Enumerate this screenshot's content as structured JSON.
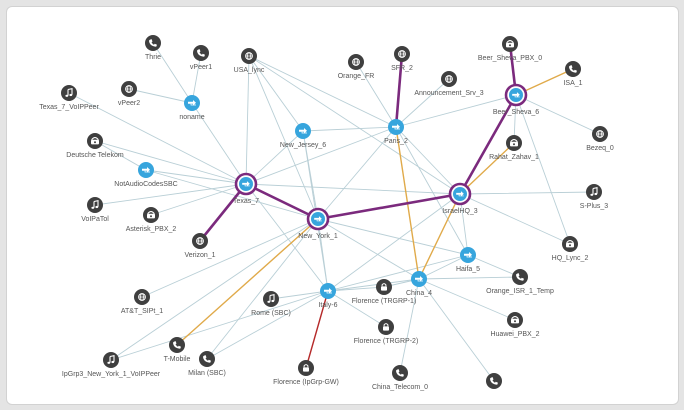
{
  "colors": {
    "edge_default": "#b9cfd6",
    "edge_purple": "#7b2a7d",
    "edge_orange": "#e0aa4a",
    "edge_red": "#b52a2a",
    "node_dark": "#3f3f3f",
    "node_blue": "#37a5dd",
    "node_ring": "#7b2a7d",
    "label": "#555555"
  },
  "nodes": [
    {
      "id": "thrie",
      "label": "Thrie",
      "type": "dark",
      "icon": "phone-icon"
    },
    {
      "id": "vpeer1",
      "label": "vPeer1",
      "type": "dark",
      "icon": "phone-icon"
    },
    {
      "id": "usa_lync",
      "label": "USA_lync",
      "type": "dark",
      "icon": "globe-icon"
    },
    {
      "id": "vpeer2",
      "label": "vPeer2",
      "type": "dark",
      "icon": "globe-icon"
    },
    {
      "id": "noname",
      "label": "noname",
      "type": "blue",
      "icon": "router-icon"
    },
    {
      "id": "texas_7_voip",
      "label": "Texas_7_VoIPPeer",
      "type": "dark",
      "icon": "music-note-icon"
    },
    {
      "id": "deutsche",
      "label": "Deutsche Telekom",
      "type": "dark",
      "icon": "pbx-icon"
    },
    {
      "id": "notaudio",
      "label": "NotAudioCodesSBC",
      "type": "blue",
      "icon": "router-icon"
    },
    {
      "id": "voiptol",
      "label": "VoIPaTol",
      "type": "dark",
      "icon": "music-note-icon"
    },
    {
      "id": "asterisk",
      "label": "Asterisk_PBX_2",
      "type": "dark",
      "icon": "pbx-icon"
    },
    {
      "id": "texas_7",
      "label": "Texas_7",
      "type": "hub",
      "icon": "router-icon"
    },
    {
      "id": "verizon",
      "label": "Verizon_1",
      "type": "dark",
      "icon": "globe-icon"
    },
    {
      "id": "new_jersey",
      "label": "New_Jersey_6",
      "type": "blue",
      "icon": "router-icon"
    },
    {
      "id": "new_york",
      "label": "New_York_1",
      "type": "hub",
      "icon": "router-icon"
    },
    {
      "id": "orange_fr",
      "label": "Orange_FR",
      "type": "dark",
      "icon": "globe-icon"
    },
    {
      "id": "sfr",
      "label": "SFR_2",
      "type": "dark",
      "icon": "globe-icon"
    },
    {
      "id": "paris",
      "label": "Paris_2",
      "type": "blue",
      "icon": "router-icon"
    },
    {
      "id": "announcement",
      "label": "Announcement_Srv_3",
      "type": "dark",
      "icon": "globe-icon"
    },
    {
      "id": "beer_sheva_pbx",
      "label": "Beer_Sheva_PBX_0",
      "type": "dark",
      "icon": "pbx-icon"
    },
    {
      "id": "isa",
      "label": "ISA_1",
      "type": "dark",
      "icon": "phone-icon"
    },
    {
      "id": "beer_sheva",
      "label": "Beer_Sheva_6",
      "type": "hub",
      "icon": "router-icon"
    },
    {
      "id": "rahat",
      "label": "Rahat_Zahav_1",
      "type": "dark",
      "icon": "pbx-icon"
    },
    {
      "id": "bezeq",
      "label": "Bezeq_0",
      "type": "dark",
      "icon": "globe-icon"
    },
    {
      "id": "israelhq",
      "label": "IsraelHQ_3",
      "type": "hub",
      "icon": "router-icon"
    },
    {
      "id": "splus",
      "label": "S-Plus_3",
      "type": "dark",
      "icon": "music-note-icon"
    },
    {
      "id": "haifa",
      "label": "Haifa_5",
      "type": "blue",
      "icon": "router-icon"
    },
    {
      "id": "hq_lync",
      "label": "HQ_Lync_2",
      "type": "dark",
      "icon": "pbx-icon"
    },
    {
      "id": "orange_isr",
      "label": "Orange_ISR_1_Temp",
      "type": "dark",
      "icon": "phone-icon"
    },
    {
      "id": "china",
      "label": "China_4",
      "type": "blue",
      "icon": "router-icon"
    },
    {
      "id": "huawei",
      "label": "Huawei_PBX_2",
      "type": "dark",
      "icon": "pbx-icon"
    },
    {
      "id": "att",
      "label": "AT&T_SIPt_1",
      "type": "dark",
      "icon": "globe-icon"
    },
    {
      "id": "rome",
      "label": "Rome (SBC)",
      "type": "dark",
      "icon": "music-note-icon"
    },
    {
      "id": "italy",
      "label": "Italy-6",
      "type": "blue",
      "icon": "router-icon"
    },
    {
      "id": "florence1",
      "label": "Florence (TRGRP-1)",
      "type": "dark",
      "icon": "lock-icon"
    },
    {
      "id": "florence2",
      "label": "Florence (TRGRP-2)",
      "type": "dark",
      "icon": "lock-icon"
    },
    {
      "id": "tmobile",
      "label": "T-Mobile",
      "type": "dark",
      "icon": "phone-icon"
    },
    {
      "id": "milan",
      "label": "Milan (SBC)",
      "type": "dark",
      "icon": "phone-icon"
    },
    {
      "id": "ipgrp",
      "label": "IpGrp3_New_York_1_VoIPPeer",
      "type": "dark",
      "icon": "music-note-icon"
    },
    {
      "id": "florence_gw",
      "label": "Florence (IpGrp-GW)",
      "type": "dark",
      "icon": "lock-icon"
    },
    {
      "id": "china_telecom",
      "label": "China_Telecom_0",
      "type": "dark",
      "icon": "phone-icon"
    },
    {
      "id": "unnamed_bottom",
      "label": "",
      "type": "dark",
      "icon": "phone-icon"
    }
  ],
  "edges": [
    {
      "from": "texas_7",
      "to": "new_york",
      "style": "purple"
    },
    {
      "from": "new_york",
      "to": "israelhq",
      "style": "purple"
    },
    {
      "from": "israelhq",
      "to": "beer_sheva",
      "style": "purple"
    },
    {
      "from": "beer_sheva",
      "to": "beer_sheva_pbx",
      "style": "purple"
    },
    {
      "from": "texas_7",
      "to": "verizon",
      "style": "purple"
    },
    {
      "from": "paris",
      "to": "sfr",
      "style": "purple"
    },
    {
      "from": "beer_sheva",
      "to": "isa",
      "style": "orange"
    },
    {
      "from": "paris",
      "to": "china",
      "style": "orange"
    },
    {
      "from": "israelhq",
      "to": "china",
      "style": "orange"
    },
    {
      "from": "new_york",
      "to": "tmobile",
      "style": "orange"
    },
    {
      "from": "israelhq",
      "to": "rahat",
      "style": "orange"
    },
    {
      "from": "italy",
      "to": "florence_gw",
      "style": "red"
    },
    {
      "from": "texas_7",
      "to": "noname",
      "style": "default"
    },
    {
      "from": "texas_7",
      "to": "notaudio",
      "style": "default"
    },
    {
      "from": "texas_7",
      "to": "asterisk",
      "style": "default"
    },
    {
      "from": "texas_7",
      "to": "texas_7_voip",
      "style": "default"
    },
    {
      "from": "texas_7",
      "to": "deutsche",
      "style": "default"
    },
    {
      "from": "texas_7",
      "to": "voiptol",
      "style": "default"
    },
    {
      "from": "texas_7",
      "to": "usa_lync",
      "style": "default"
    },
    {
      "from": "texas_7",
      "to": "new_jersey",
      "style": "default"
    },
    {
      "from": "texas_7",
      "to": "paris",
      "style": "default"
    },
    {
      "from": "texas_7",
      "to": "italy",
      "style": "default"
    },
    {
      "from": "texas_7",
      "to": "israelhq",
      "style": "default"
    },
    {
      "from": "noname",
      "to": "thrie",
      "style": "default"
    },
    {
      "from": "noname",
      "to": "vpeer1",
      "style": "default"
    },
    {
      "from": "noname",
      "to": "vpeer2",
      "style": "default"
    },
    {
      "from": "notaudio",
      "to": "deutsche",
      "style": "default"
    },
    {
      "from": "notaudio",
      "to": "new_york",
      "style": "default"
    },
    {
      "from": "new_york",
      "to": "new_jersey",
      "style": "default"
    },
    {
      "from": "new_york",
      "to": "paris",
      "style": "default"
    },
    {
      "from": "new_york",
      "to": "att",
      "style": "default"
    },
    {
      "from": "new_york",
      "to": "italy",
      "style": "default"
    },
    {
      "from": "new_york",
      "to": "china",
      "style": "default"
    },
    {
      "from": "new_york",
      "to": "haifa",
      "style": "default"
    },
    {
      "from": "new_york",
      "to": "ipgrp",
      "style": "default"
    },
    {
      "from": "new_york",
      "to": "usa_lync",
      "style": "default"
    },
    {
      "from": "new_york",
      "to": "milan",
      "style": "default"
    },
    {
      "from": "new_jersey",
      "to": "usa_lync",
      "style": "default"
    },
    {
      "from": "new_jersey",
      "to": "paris",
      "style": "default"
    },
    {
      "from": "new_jersey",
      "to": "italy",
      "style": "default"
    },
    {
      "from": "usa_lync",
      "to": "paris",
      "style": "default"
    },
    {
      "from": "usa_lync",
      "to": "israelhq",
      "style": "default"
    },
    {
      "from": "paris",
      "to": "orange_fr",
      "style": "default"
    },
    {
      "from": "paris",
      "to": "announcement",
      "style": "default"
    },
    {
      "from": "paris",
      "to": "israelhq",
      "style": "default"
    },
    {
      "from": "paris",
      "to": "beer_sheva",
      "style": "default"
    },
    {
      "from": "paris",
      "to": "haifa",
      "style": "default"
    },
    {
      "from": "israelhq",
      "to": "splus",
      "style": "default"
    },
    {
      "from": "israelhq",
      "to": "haifa",
      "style": "default"
    },
    {
      "from": "israelhq",
      "to": "hq_lync",
      "style": "default"
    },
    {
      "from": "israelhq",
      "to": "italy",
      "style": "default"
    },
    {
      "from": "beer_sheva",
      "to": "bezeq",
      "style": "default"
    },
    {
      "from": "beer_sheva",
      "to": "rahat",
      "style": "default"
    },
    {
      "from": "beer_sheva",
      "to": "hq_lync",
      "style": "default"
    },
    {
      "from": "haifa",
      "to": "orange_isr",
      "style": "default"
    },
    {
      "from": "haifa",
      "to": "china",
      "style": "default"
    },
    {
      "from": "china",
      "to": "huawei",
      "style": "default"
    },
    {
      "from": "china",
      "to": "china_telecom",
      "style": "default"
    },
    {
      "from": "china",
      "to": "unnamed_bottom",
      "style": "default"
    },
    {
      "from": "china",
      "to": "italy",
      "style": "default"
    },
    {
      "from": "china",
      "to": "florence1",
      "style": "default"
    },
    {
      "from": "china",
      "to": "orange_isr",
      "style": "default"
    },
    {
      "from": "italy",
      "to": "rome",
      "style": "default"
    },
    {
      "from": "italy",
      "to": "florence1",
      "style": "default"
    },
    {
      "from": "italy",
      "to": "florence2",
      "style": "default"
    },
    {
      "from": "italy",
      "to": "milan",
      "style": "default"
    },
    {
      "from": "italy",
      "to": "ipgrp",
      "style": "default"
    },
    {
      "from": "italy",
      "to": "haifa",
      "style": "default"
    }
  ]
}
